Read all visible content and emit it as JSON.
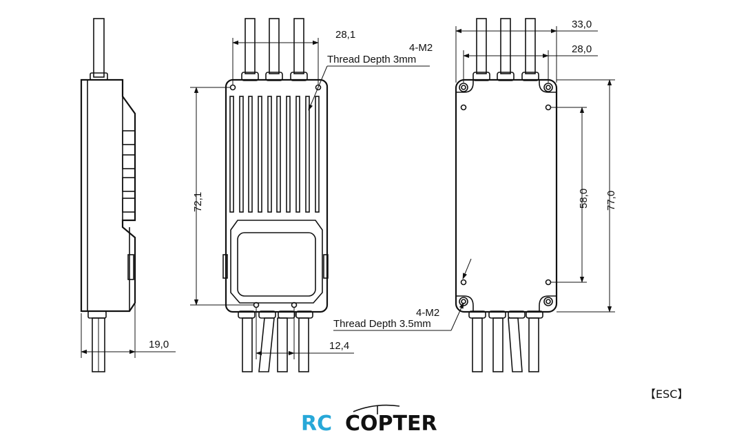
{
  "dimensions": {
    "top_width_front": "28,1",
    "overall_width_back": "33,0",
    "hole_spacing_back": "28,0",
    "hole_spacing_front_vertical": "72,1",
    "hole_spacing_back_vertical": "58,0",
    "overall_length": "77,0",
    "thickness": "19,0",
    "bottom_hole_spacing": "12,4"
  },
  "notes": {
    "front_hole_spec": "4-M2",
    "front_thread_depth": "Thread Depth 3mm",
    "back_hole_spec": "4-M2",
    "back_thread_depth": "Thread Depth 3.5mm"
  },
  "caption": "【ESC】",
  "logo": {
    "part1": "RC",
    "part2": "COPTER"
  }
}
